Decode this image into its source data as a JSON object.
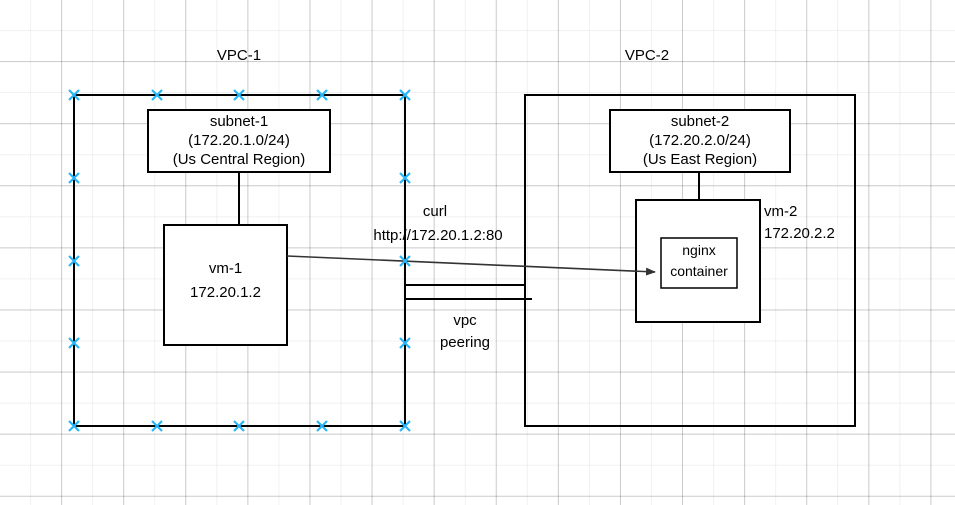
{
  "diagram": {
    "title_vpc1": "VPC-1",
    "title_vpc2": "VPC-2",
    "subnet1": {
      "name": "subnet-1",
      "cidr": "(172.20.1.0/24)",
      "region": "(Us Central Region)"
    },
    "subnet2": {
      "name": "subnet-2",
      "cidr": "(172.20.2.0/24)",
      "region": "(Us East Region)"
    },
    "vm1": {
      "name": "vm-1",
      "ip": "172.20.1.2"
    },
    "vm2": {
      "name": "vm-2",
      "ip": "172.20.2.2"
    },
    "container": {
      "line1": "nginx",
      "line2": "container"
    },
    "curl": {
      "line1": "curl",
      "line2": "http://172.20.1.2:80"
    },
    "peering": {
      "line1": "vpc",
      "line2": "peering"
    },
    "colors": {
      "stroke": "#000000",
      "arrow": "#333333",
      "handle": "#29b6f6",
      "grid_minor": "#ededed",
      "grid_major": "#d6d6d6",
      "background": "#ffffff"
    }
  }
}
